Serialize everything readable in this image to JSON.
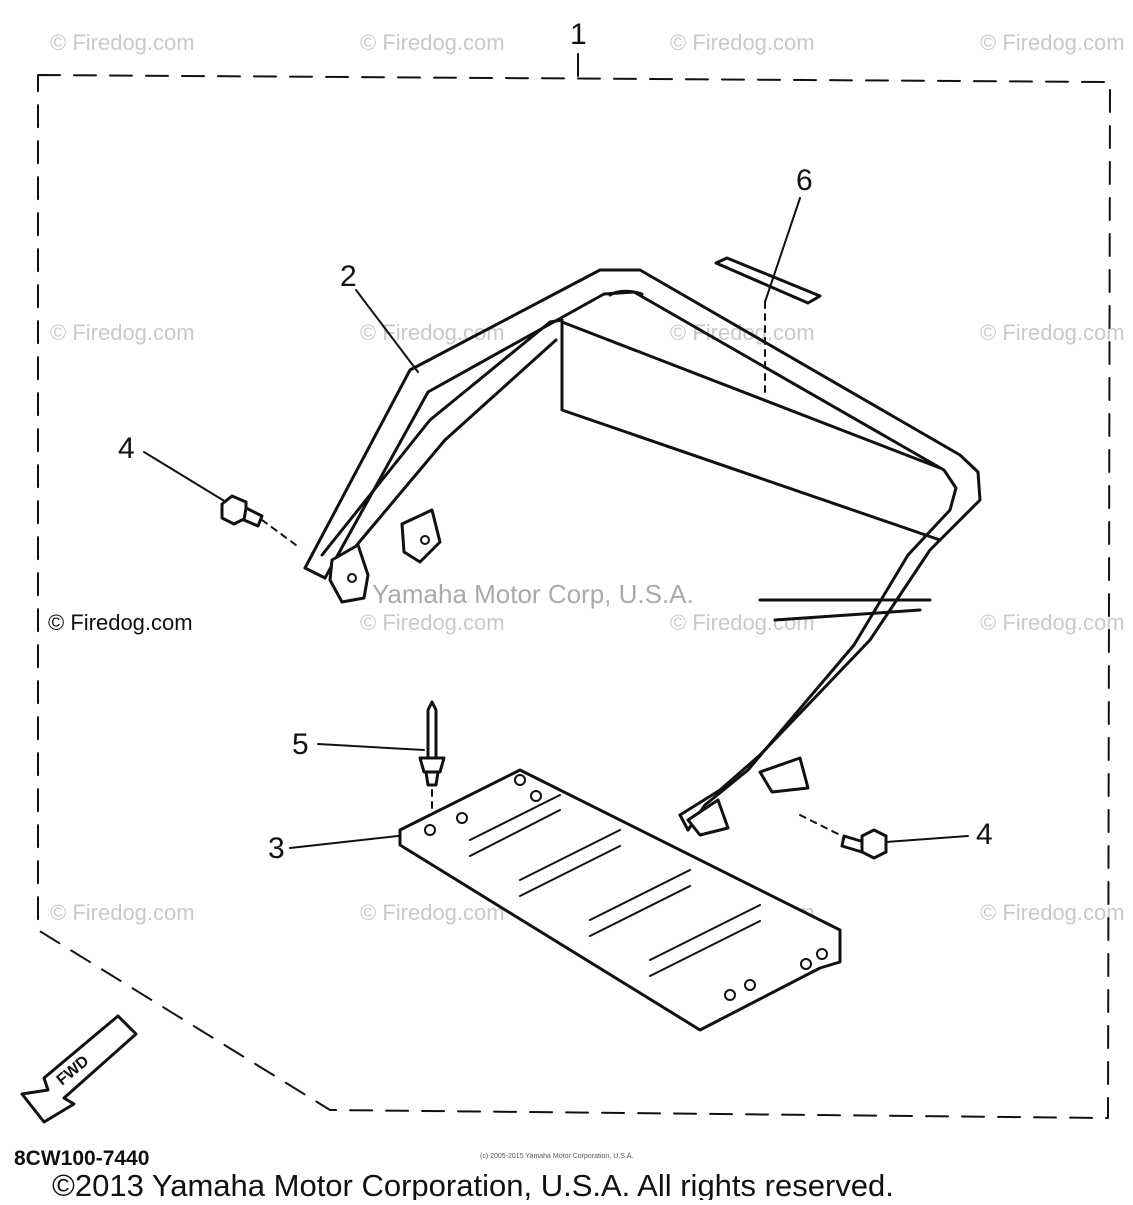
{
  "diagram": {
    "callouts": [
      "1",
      "2",
      "3",
      "4",
      "4",
      "5",
      "6"
    ],
    "watermarks": {
      "text": "© Firedog.com",
      "center_text": "Yamaha Motor Corp, U.S.A."
    },
    "fwd_label": "FWD",
    "part_code": "8CW100-7440",
    "small_notice": "(c) 2005-2015 Yamaha Motor Corporation, U.S.A.",
    "copyright": "©2013 Yamaha Motor Corporation, U.S.A. All rights reserved."
  }
}
